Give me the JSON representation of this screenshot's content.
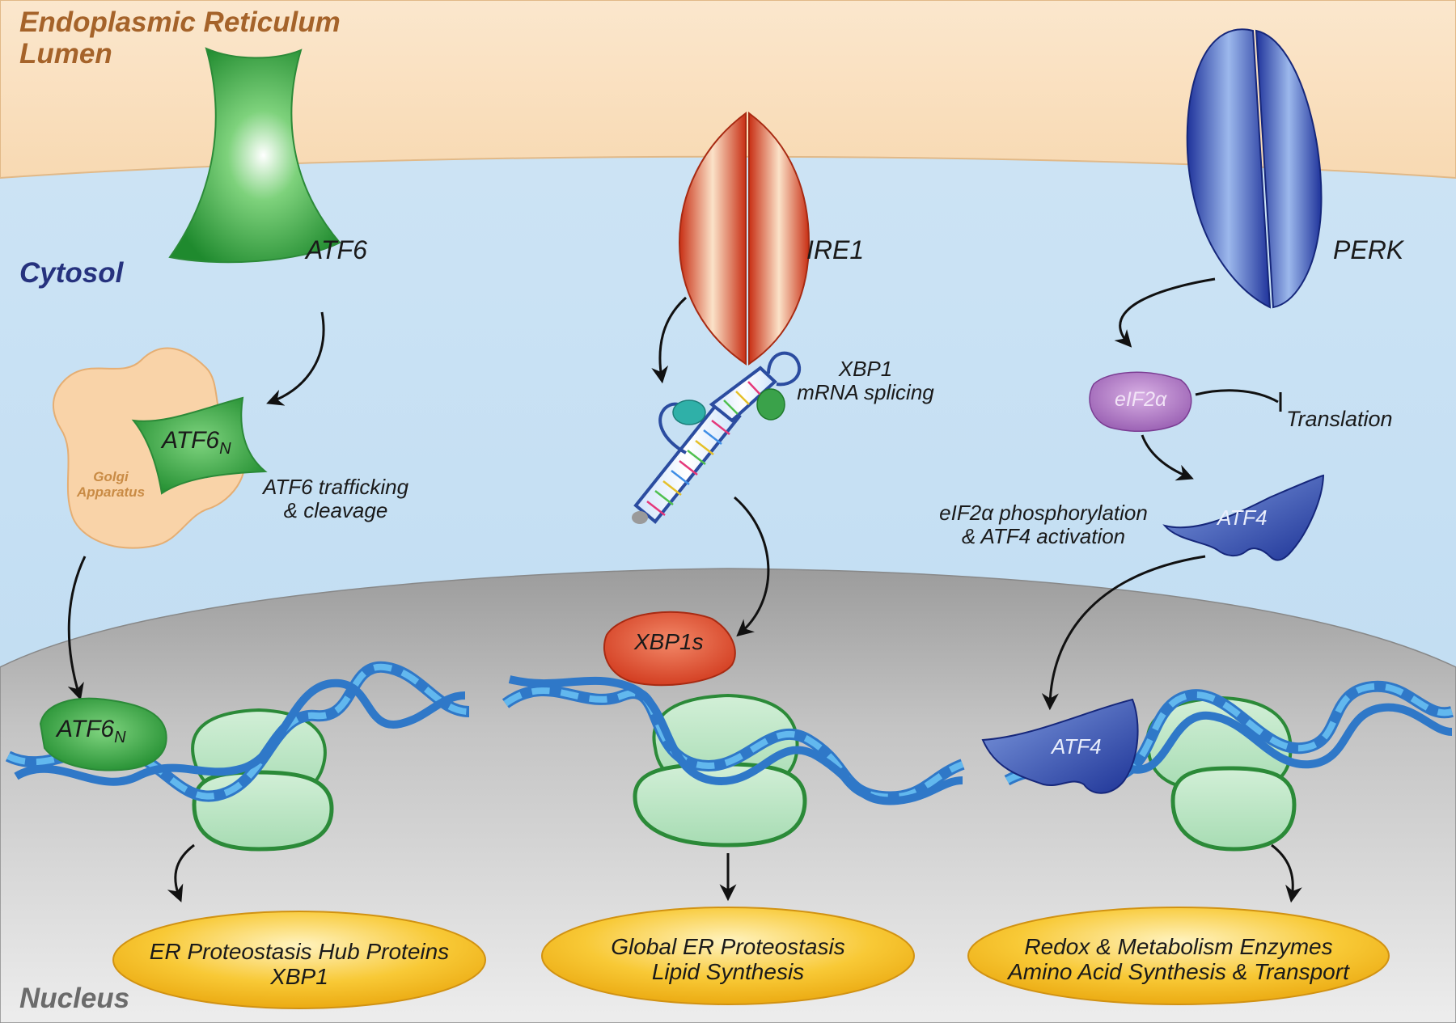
{
  "regions": {
    "lumen_line1": "Endoplasmic Reticulum",
    "lumen_line2": "Lumen",
    "cytosol": "Cytosol",
    "nucleus": "Nucleus"
  },
  "sensors": {
    "atf6": "ATF6",
    "ire1": "IRE1",
    "perk": "PERK"
  },
  "atf6_branch": {
    "golgi_line1": "Golgi",
    "golgi_line2": "Apparatus",
    "atf6n_base": "ATF6",
    "atf6n_sub": "N",
    "step_line1": "ATF6 trafficking",
    "step_line2": "& cleavage",
    "nuclear_base": "ATF6",
    "nuclear_sub": "N"
  },
  "ire1_branch": {
    "step_line1": "XBP1",
    "step_line2": "mRNA splicing",
    "xbp1s": "XBP1s"
  },
  "perk_branch": {
    "eif2a": "eIF2α",
    "translation": "Translation",
    "atf4": "ATF4",
    "step_line1": "eIF2α phosphorylation",
    "step_line2": "& ATF4 activation",
    "nuclear_atf4": "ATF4"
  },
  "outputs": [
    {
      "line1": "ER Proteostasis Hub Proteins",
      "line2": "XBP1"
    },
    {
      "line1": "Global ER Proteostasis",
      "line2": "Lipid Synthesis"
    },
    {
      "line1": "Redox & Metabolism Enzymes",
      "line2": "Amino Acid Synthesis & Transport"
    }
  ],
  "colors": {
    "lumen": "#fbe3c2",
    "cytosol": "#c6e0f4",
    "nucleus": "#b9b9b9",
    "atf6_green": "#2f9a3f",
    "ire1_red": "#d84322",
    "perk_blue": "#2c47a8",
    "eif2a_purple": "#a468bd",
    "golgi": "#f9d2a4",
    "dna_blue": "#4aa9e2",
    "output_yellow": "#f3b413"
  }
}
